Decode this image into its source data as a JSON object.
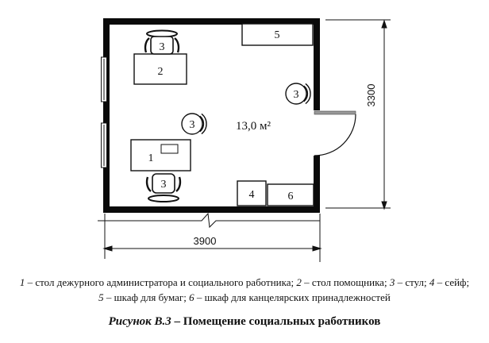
{
  "plan": {
    "area_label": "13,0 м²",
    "furniture": {
      "desk1_label": "1",
      "desk2_label": "2",
      "chair_label": "3",
      "safe_label": "4",
      "cabinet5_label": "5",
      "cabinet6_label": "6"
    },
    "dimensions": {
      "width_label": "3900",
      "height_label": "3300"
    }
  },
  "legend": {
    "line1": [
      {
        "num": "1",
        "text": "– стол дежурного администратора и социального работника;"
      },
      {
        "num": "2",
        "text": "– стол помощника;"
      },
      {
        "num": "3",
        "text": "– стул;"
      },
      {
        "num": "4",
        "text": "– сейф;"
      }
    ],
    "line2": [
      {
        "num": "5",
        "text": "– шкаф для бумаг;"
      },
      {
        "num": "6",
        "text": "– шкаф для канцелярских принадлежностей"
      }
    ]
  },
  "caption": {
    "figure": "Рисунок В.3",
    "dash": "–",
    "title": "Помещение социальных работников"
  }
}
